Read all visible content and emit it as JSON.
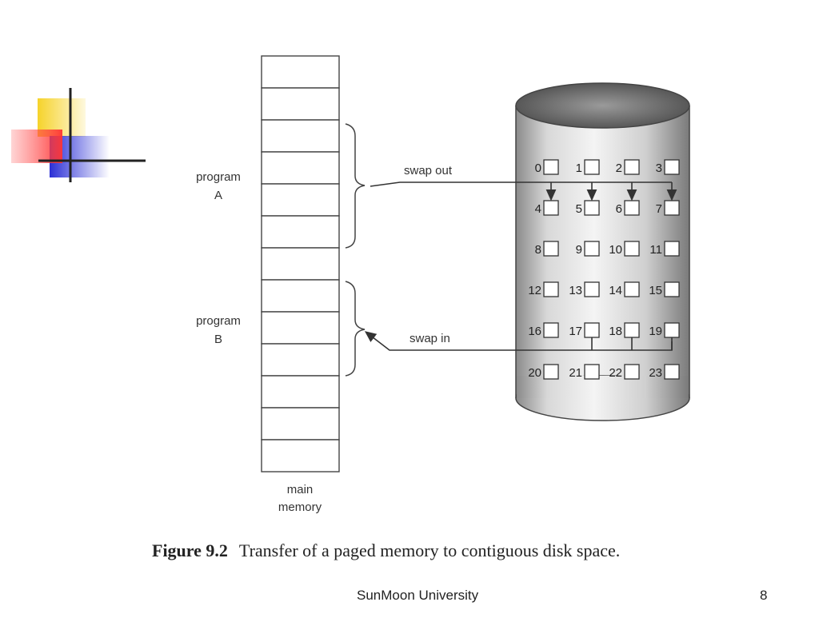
{
  "diagram": {
    "program_a": [
      "program",
      "A"
    ],
    "program_b": [
      "program",
      "B"
    ],
    "main_memory": [
      "main",
      "memory"
    ],
    "swap_out": "swap out",
    "swap_in": "swap in",
    "disk_blocks": [
      "0",
      "1",
      "2",
      "3",
      "4",
      "5",
      "6",
      "7",
      "8",
      "9",
      "10",
      "11",
      "12",
      "13",
      "14",
      "15",
      "16",
      "17",
      "18",
      "19",
      "20",
      "21",
      "22",
      "23"
    ]
  },
  "caption": {
    "number": "Figure 9.2",
    "text": "Transfer of a paged memory to contiguous disk space."
  },
  "footer": {
    "institution": "SunMoon University",
    "page_number": "8"
  },
  "colors": {
    "deco_yellow": "#f6d32a",
    "deco_red": "#ff5555",
    "deco_blue": "#2b2fd6"
  }
}
